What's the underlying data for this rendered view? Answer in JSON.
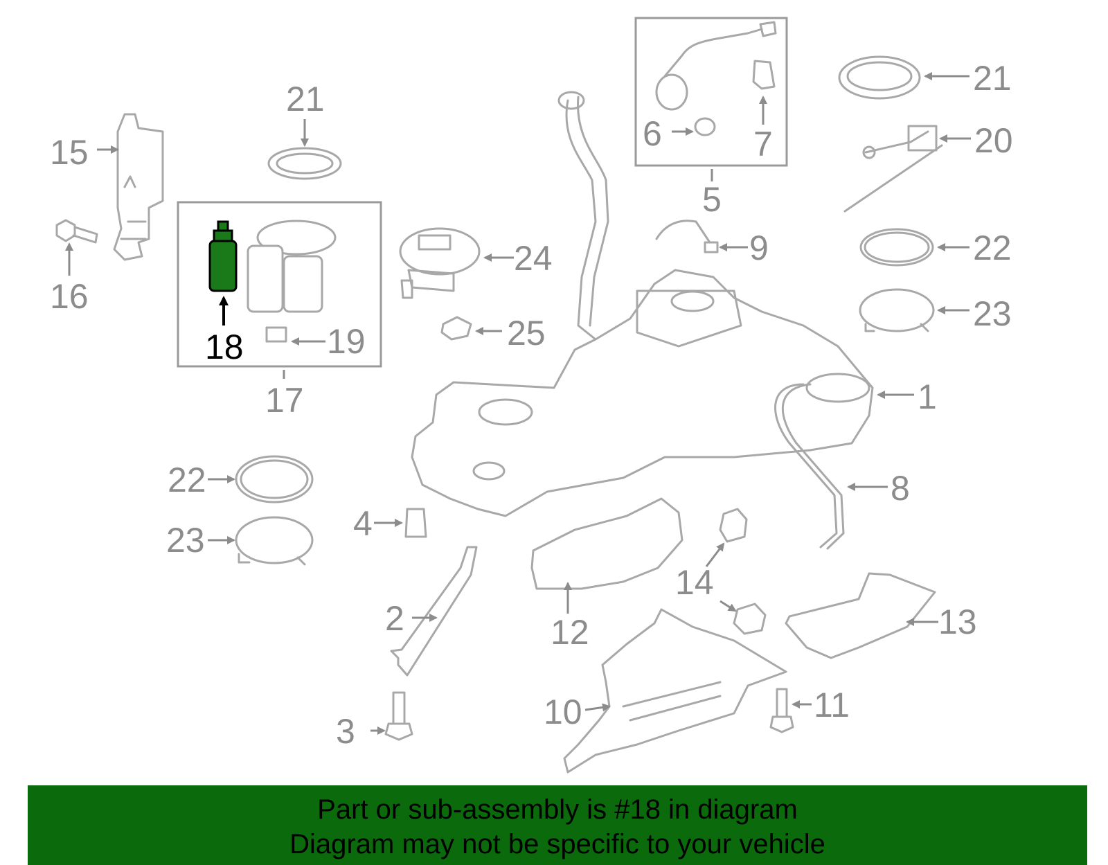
{
  "labels": {
    "n1": "1",
    "n2": "2",
    "n3": "3",
    "n4": "4",
    "n5": "5",
    "n6": "6",
    "n7": "7",
    "n8": "8",
    "n9": "9",
    "n10": "10",
    "n11": "11",
    "n12": "12",
    "n13": "13",
    "n14": "14",
    "n15": "15",
    "n16": "16",
    "n17": "17",
    "n18": "18",
    "n19": "19",
    "n20": "20",
    "n21a": "21",
    "n21b": "21",
    "n22a": "22",
    "n22b": "22",
    "n23a": "23",
    "n23b": "23",
    "n24": "24",
    "n25": "25"
  },
  "highlight": {
    "part_number": "18",
    "color": "#1a7a1a"
  },
  "banner": {
    "line1": "Part or sub-assembly is #18 in diagram",
    "line2": "Diagram may not be specific to your vehicle",
    "background": "#0b6a0b"
  }
}
